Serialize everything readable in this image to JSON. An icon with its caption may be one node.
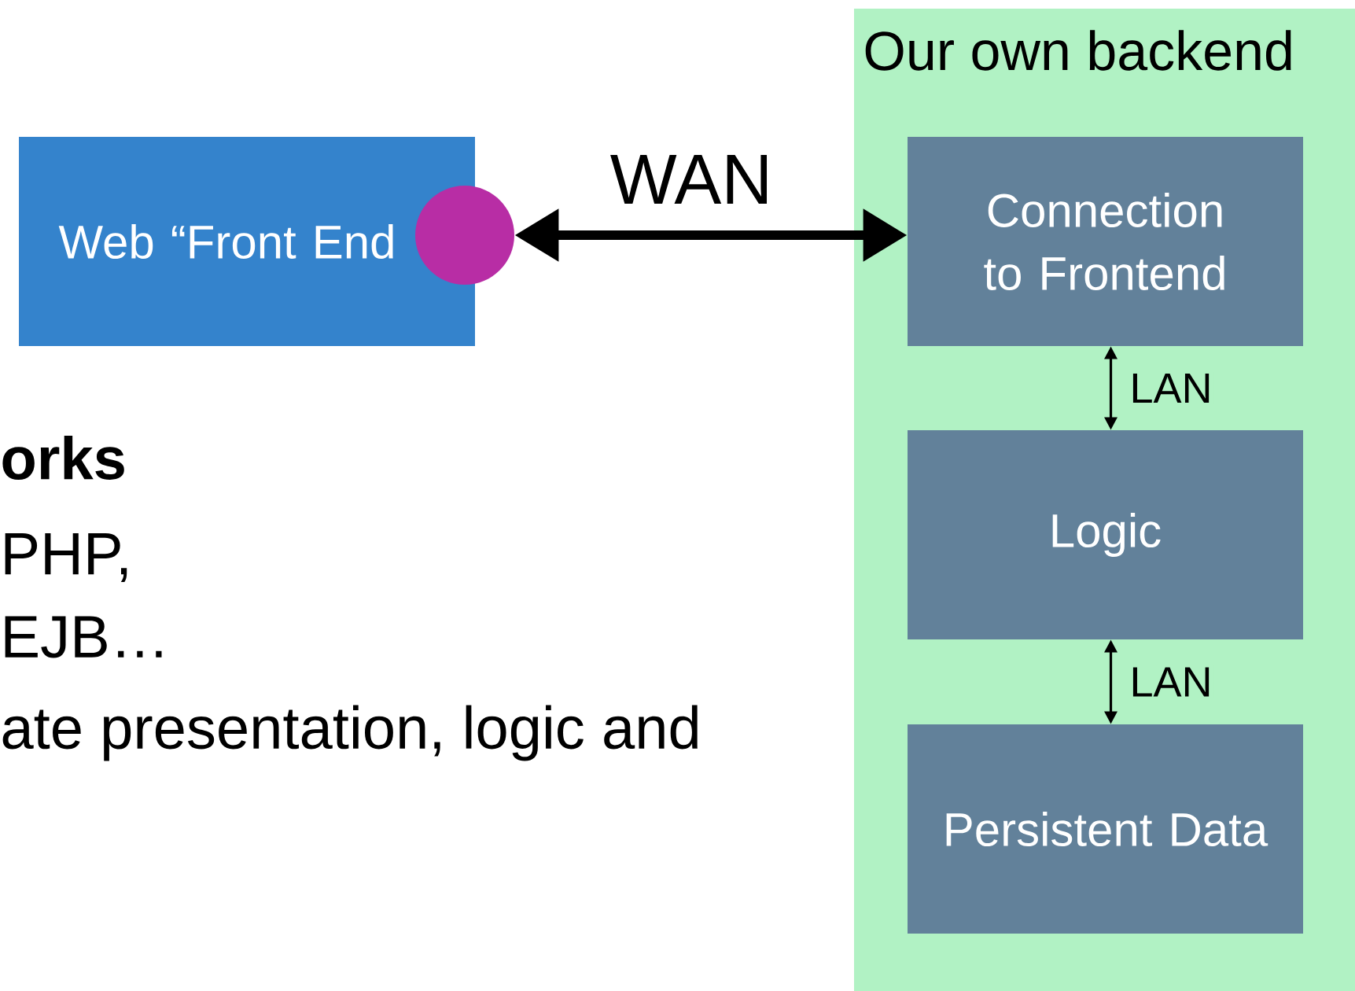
{
  "diagram": {
    "nodes": [
      {
        "text": [
          "Web “Front End"
        ]
      },
      {
        "text": [],
        "shape": "circle"
      },
      {
        "text": [
          "Our own backend"
        ]
      },
      {
        "text": [
          "Connection to Frontend"
        ],
        "in": 2
      },
      {
        "text": [
          "Logic"
        ],
        "in": 2
      },
      {
        "text": [
          "Persistent Data"
        ],
        "in": 2
      }
    ],
    "edges": [
      {
        "from": 1,
        "to": 3,
        "arrow": "both",
        "label": "WAN",
        "style": "thick"
      },
      {
        "from": 3,
        "to": 4,
        "arrow": "both",
        "label": "LAN"
      },
      {
        "from": 4,
        "to": 5,
        "arrow": "both",
        "label": "LAN"
      }
    ],
    "labels": [
      "orks",
      "PHP,",
      "EJB…",
      "ate presentation, logic and"
    ]
  }
}
